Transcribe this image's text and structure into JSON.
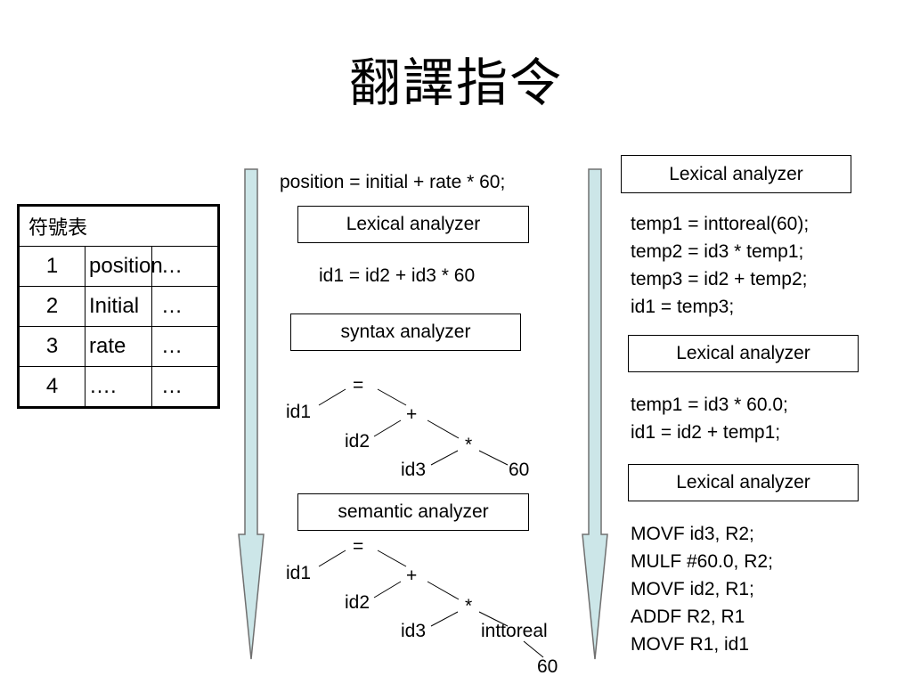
{
  "title": "翻譯指令",
  "symbol_table": {
    "header": "符號表",
    "rows": [
      {
        "num": "1",
        "name": "position",
        "value": "…"
      },
      {
        "num": "2",
        "name": "Initial",
        "value": "…"
      },
      {
        "num": "3",
        "name": "rate",
        "value": "…"
      },
      {
        "num": "4",
        "name": "….",
        "value": "…"
      }
    ]
  },
  "middle": {
    "source": "position = initial + rate * 60;",
    "lexical_box": "Lexical analyzer",
    "tokens": "id1 = id2 + id3 * 60",
    "syntax_box": "syntax analyzer",
    "syntax_tree": {
      "n_eq": "=",
      "n_id1": "id1",
      "n_plus": "+",
      "n_id2": "id2",
      "n_mul": "*",
      "n_id3": "id3",
      "n_60": "60"
    },
    "semantic_box": "semantic analyzer",
    "semantic_tree": {
      "n_eq": "=",
      "n_id1": "id1",
      "n_plus": "+",
      "n_id2": "id2",
      "n_mul": "*",
      "n_id3": "id3",
      "n_conv": "inttoreal",
      "n_60": "60"
    }
  },
  "right": {
    "box1": "Lexical analyzer",
    "intermediate": [
      "temp1 = inttoreal(60);",
      "temp2 = id3 * temp1;",
      "temp3 = id2 + temp2;",
      "id1 = temp3;"
    ],
    "box2": "Lexical analyzer",
    "optimized": [
      "temp1 = id3 * 60.0;",
      "id1 = id2 + temp1;"
    ],
    "box3": "Lexical analyzer",
    "assembly": [
      "MOVF id3, R2;",
      "MULF #60.0, R2;",
      "MOVF id2, R1;",
      "ADDF R2, R1",
      "MOVF R1, id1"
    ]
  },
  "colors": {
    "arrow_fill": "#cce6e8",
    "arrow_stroke": "#707070"
  }
}
